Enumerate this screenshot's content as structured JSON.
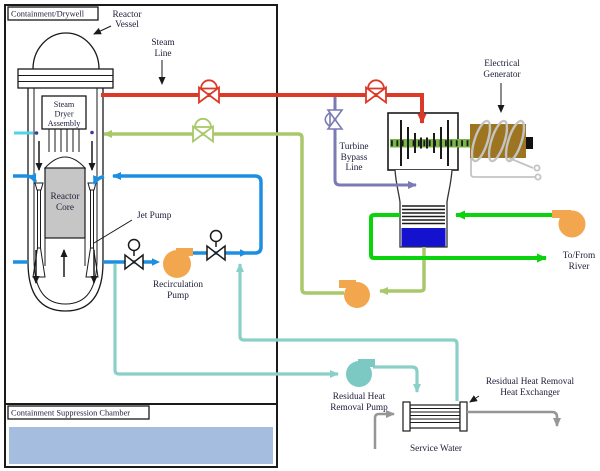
{
  "colors": {
    "red": "#dc3a28",
    "feedwater_green": "#a8c86a",
    "river_green": "#0bd30b",
    "recirc_blue": "#1e8fe0",
    "cyan": "#4fd5e6",
    "teal": "#8ad0c8",
    "teal_pump": "#7cc8c2",
    "bypass_purple": "#7a7ab5",
    "pump_orange": "#f2a74e",
    "generator_brown": "#9d741f",
    "shaft_green": "#7ab648",
    "condenser_water": "#1512cf",
    "suppression_water": "#a5bedf",
    "core_gray": "#c6c6c6",
    "service_gray": "#969696",
    "text": "#20203c",
    "line_black": "#1a1a1a"
  },
  "labels": {
    "containment": "Containment/Drywell",
    "suppression": "Containment Suppression Chamber",
    "reactor_vessel": [
      "Reactor",
      "Vessel"
    ],
    "steam_line": [
      "Steam",
      "Line"
    ],
    "steam_dryer": [
      "Steam",
      "Dryer",
      "Assembly"
    ],
    "reactor_core": [
      "Reactor",
      "Core"
    ],
    "jet_pump": "Jet Pump",
    "recirculation_pump": [
      "Recirculation",
      "Pump"
    ],
    "turbine_bypass": [
      "Turbine",
      "Bypass",
      "Line"
    ],
    "electrical_generator": [
      "Electrical",
      "Generator"
    ],
    "to_from_river": [
      "To/From",
      "River"
    ],
    "rhr_pump": [
      "Residual Heat",
      "Removal Pump"
    ],
    "rhr_hx": [
      "Residual Heat Removal",
      "Heat Exchanger"
    ],
    "service_water": "Service Water"
  }
}
